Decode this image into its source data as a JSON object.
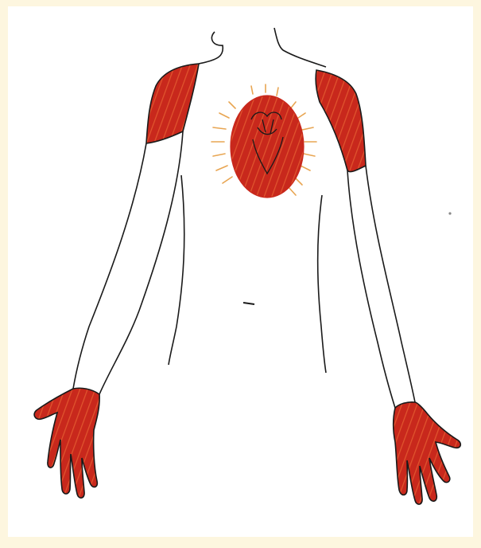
{
  "figure": {
    "background": "#ffffff",
    "frame_color": "#fdf6df",
    "outline_color": "#1a1a1a",
    "highlight_color": "#c8281c",
    "highlight_stripe": "#e0552e",
    "ray_color": "#e8a552"
  },
  "regions": [
    {
      "name": "heart",
      "highlighted": true
    },
    {
      "name": "left-shoulder",
      "highlighted": true
    },
    {
      "name": "right-shoulder",
      "highlighted": true
    },
    {
      "name": "left-hand",
      "highlighted": true
    },
    {
      "name": "right-hand",
      "highlighted": true
    }
  ]
}
